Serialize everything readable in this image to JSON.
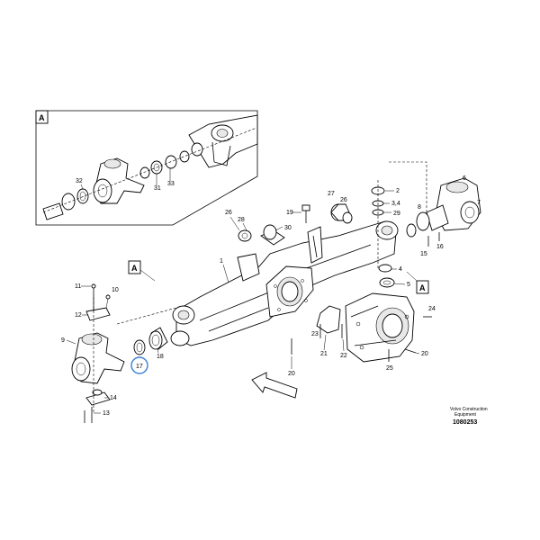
{
  "callouts": {
    "detail_label": "A",
    "ref_left": "A",
    "ref_right": "A"
  },
  "part_labels": {
    "p1": "1",
    "p2": "2",
    "p3_4": "3,4",
    "p4": "4",
    "p5": "5",
    "p6": "6",
    "p7": "7",
    "p8": "8",
    "p9": "9",
    "p10": "10",
    "p11": "11",
    "p12": "12",
    "p13": "13",
    "p14": "14",
    "p15": "15",
    "p16": "16",
    "p17": "17",
    "p18": "18",
    "p19": "19",
    "p20a": "20",
    "p20b": "20",
    "p21": "21",
    "p22": "22",
    "p23": "23",
    "p24": "24",
    "p25": "25",
    "p26a": "26",
    "p26b": "26",
    "p27": "27",
    "p28": "28",
    "p29": "29",
    "p30": "30",
    "p31": "31",
    "p32": "32",
    "p33": "33"
  },
  "footer": {
    "brand_line1": "Volvo Construction",
    "brand_line2": "Equipment",
    "drawing_number": "1080253"
  },
  "highlight": {
    "part": "17",
    "color": "#3b7fd1"
  }
}
